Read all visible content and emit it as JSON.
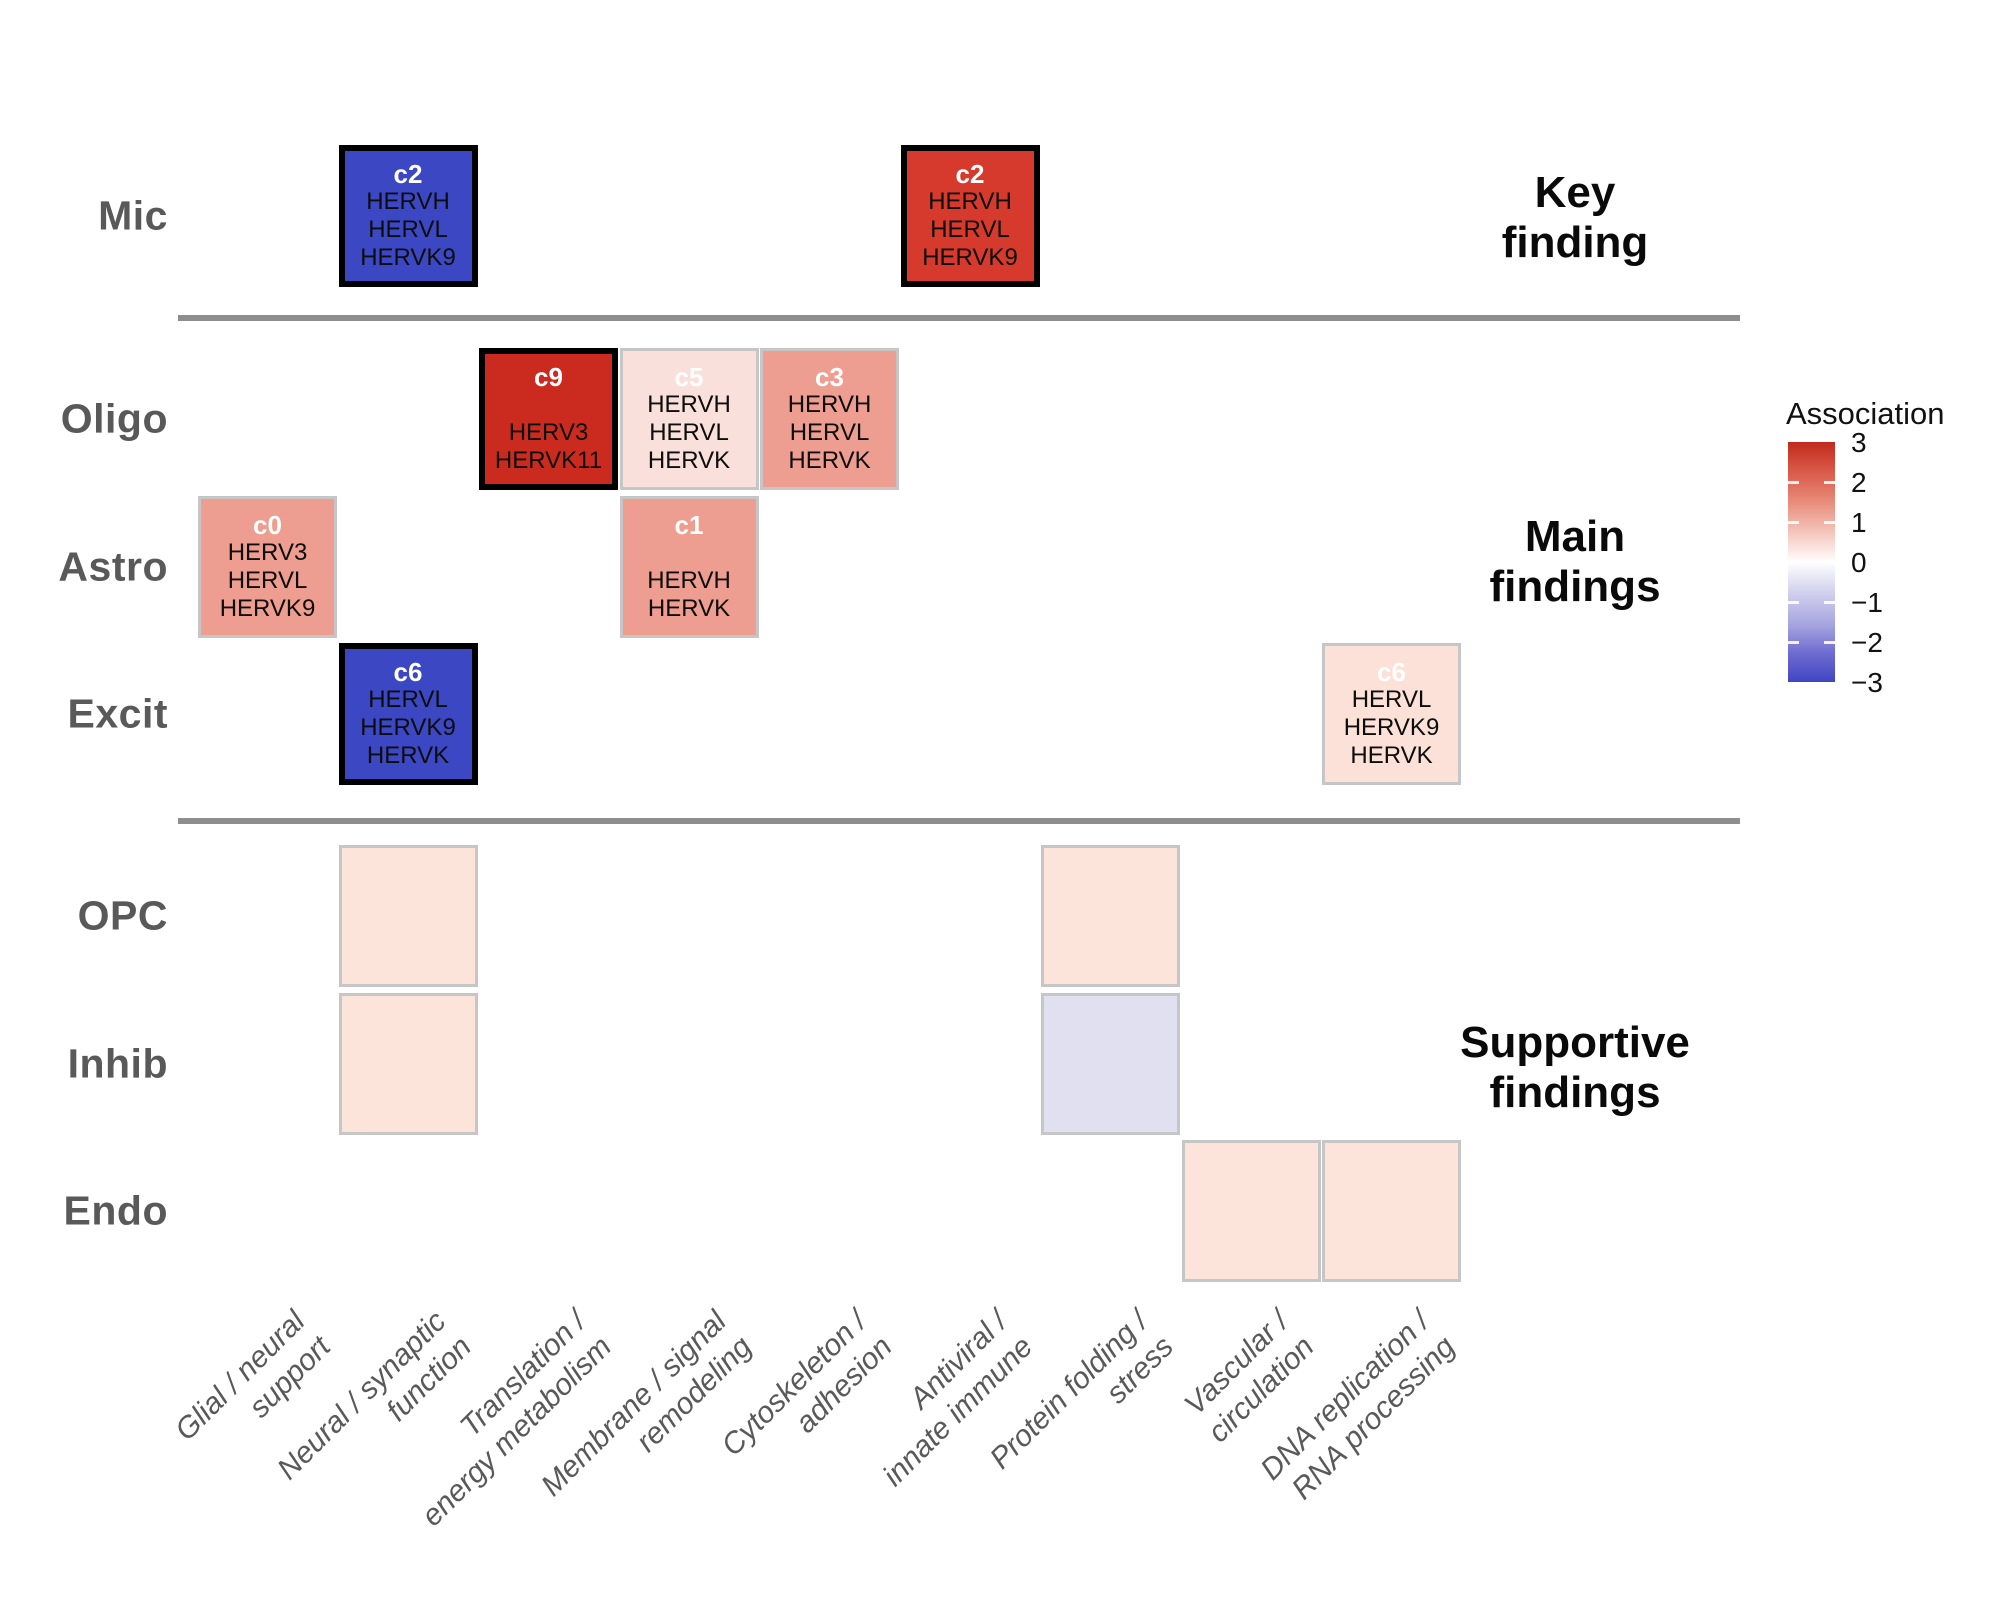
{
  "figure": {
    "sections": [
      {
        "lines": [
          "Key",
          "finding"
        ]
      },
      {
        "lines": [
          "Main",
          "findings"
        ]
      },
      {
        "lines": [
          "Supportive",
          "findings"
        ]
      }
    ],
    "legend": {
      "title": "Association",
      "tick_labels": [
        "3",
        "2",
        "1",
        "0",
        "−1",
        "−2",
        "−3"
      ]
    },
    "x_axis": {
      "labels": [
        {
          "line1": "Glial / neural",
          "line2": "support"
        },
        {
          "line1": "Neural / synaptic",
          "line2": "function"
        },
        {
          "line1": "Translation /",
          "line2": "energy metabolism"
        },
        {
          "line1": "Membrane / signal",
          "line2": "remodeling"
        },
        {
          "line1": "Cytoskeleton /",
          "line2": "adhesion"
        },
        {
          "line1": "Antiviral /",
          "line2": "innate immune"
        },
        {
          "line1": "Protein folding /",
          "line2": "stress"
        },
        {
          "line1": "Vascular /",
          "line2": "circulation"
        },
        {
          "line1": "DNA replication /",
          "line2": "RNA processing"
        }
      ]
    }
  },
  "chart_data": {
    "type": "heatmap",
    "legend_title": "Association",
    "color_scale": {
      "min": -3,
      "max": 3,
      "min_color": "#3f46c2",
      "mid_color": "#ffffff",
      "max_color": "#c02a1c"
    },
    "rows": [
      "Mic",
      "Oligo",
      "Astro",
      "Excit",
      "OPC",
      "Inhib",
      "Endo"
    ],
    "row_sections": [
      {
        "section": "Key finding",
        "rows": [
          "Mic"
        ]
      },
      {
        "section": "Main findings",
        "rows": [
          "Oligo",
          "Astro",
          "Excit"
        ]
      },
      {
        "section": "Supportive findings",
        "rows": [
          "OPC",
          "Inhib",
          "Endo"
        ]
      }
    ],
    "columns": [
      "Glial / neural support",
      "Neural / synaptic function",
      "Translation / energy metabolism",
      "Membrane / signal remodeling",
      "Cytoskeleton / adhesion",
      "Antiviral / innate immune",
      "Protein folding / stress",
      "Vascular / circulation",
      "DNA replication / RNA processing"
    ],
    "tiles": [
      {
        "row": "Mic",
        "col_index": 1,
        "column": "Neural / synaptic function",
        "cluster": "c2",
        "hervs": [
          "HERVH",
          "HERVL",
          "HERVK9"
        ],
        "association": -3,
        "highlighted": true,
        "fill": "#3c47c4"
      },
      {
        "row": "Mic",
        "col_index": 5,
        "column": "Antiviral / innate immune",
        "cluster": "c2",
        "hervs": [
          "HERVH",
          "HERVL",
          "HERVK9"
        ],
        "association": 3,
        "highlighted": true,
        "fill": "#d53a2c"
      },
      {
        "row": "Oligo",
        "col_index": 2,
        "column": "Translation / energy metabolism",
        "cluster": "c9",
        "hervs": [
          "HERV3",
          "HERVK11"
        ],
        "association": 3,
        "highlighted": true,
        "fill": "#cb2b1f"
      },
      {
        "row": "Oligo",
        "col_index": 3,
        "column": "Membrane / signal remodeling",
        "cluster": "c5",
        "hervs": [
          "HERVH",
          "HERVL",
          "HERVK"
        ],
        "association": 0.5,
        "highlighted": false,
        "fill": "#fae0db"
      },
      {
        "row": "Oligo",
        "col_index": 4,
        "column": "Cytoskeleton / adhesion",
        "cluster": "c3",
        "hervs": [
          "HERVH",
          "HERVL",
          "HERVK"
        ],
        "association": 1.5,
        "highlighted": false,
        "fill": "#ee9e90"
      },
      {
        "row": "Astro",
        "col_index": 0,
        "column": "Glial / neural support",
        "cluster": "c0",
        "hervs": [
          "HERV3",
          "HERVL",
          "HERVK9"
        ],
        "association": 1.5,
        "highlighted": false,
        "fill": "#ee9e90"
      },
      {
        "row": "Astro",
        "col_index": 3,
        "column": "Membrane / signal remodeling",
        "cluster": "c1",
        "hervs": [
          "HERVH",
          "HERVK"
        ],
        "association": 1.5,
        "highlighted": false,
        "fill": "#ee9e90"
      },
      {
        "row": "Excit",
        "col_index": 1,
        "column": "Neural / synaptic function",
        "cluster": "c6",
        "hervs": [
          "HERVL",
          "HERVK9",
          "HERVK"
        ],
        "association": -3,
        "highlighted": true,
        "fill": "#3c47c4"
      },
      {
        "row": "Excit",
        "col_index": 8,
        "column": "DNA replication / RNA processing",
        "cluster": "c6",
        "hervs": [
          "HERVL",
          "HERVK9",
          "HERVK"
        ],
        "association": 0.5,
        "highlighted": false,
        "fill": "#fbe1d8"
      },
      {
        "row": "OPC",
        "col_index": 1,
        "column": "Neural / synaptic function",
        "cluster": "",
        "hervs": [],
        "association": 0.4,
        "highlighted": false,
        "fill": "#fce4da"
      },
      {
        "row": "OPC",
        "col_index": 6,
        "column": "Protein folding / stress",
        "cluster": "",
        "hervs": [],
        "association": 0.4,
        "highlighted": false,
        "fill": "#fce4da"
      },
      {
        "row": "Inhib",
        "col_index": 1,
        "column": "Neural / synaptic function",
        "cluster": "",
        "hervs": [],
        "association": 0.4,
        "highlighted": false,
        "fill": "#fce4da"
      },
      {
        "row": "Inhib",
        "col_index": 6,
        "column": "Protein folding / stress",
        "cluster": "",
        "hervs": [],
        "association": -0.4,
        "highlighted": false,
        "fill": "#e0e0f0"
      },
      {
        "row": "Endo",
        "col_index": 7,
        "column": "Vascular / circulation",
        "cluster": "",
        "hervs": [],
        "association": 0.4,
        "highlighted": false,
        "fill": "#fce4da"
      },
      {
        "row": "Endo",
        "col_index": 8,
        "column": "DNA replication / RNA processing",
        "cluster": "",
        "hervs": [],
        "association": 0.4,
        "highlighted": false,
        "fill": "#fce4da"
      }
    ]
  }
}
